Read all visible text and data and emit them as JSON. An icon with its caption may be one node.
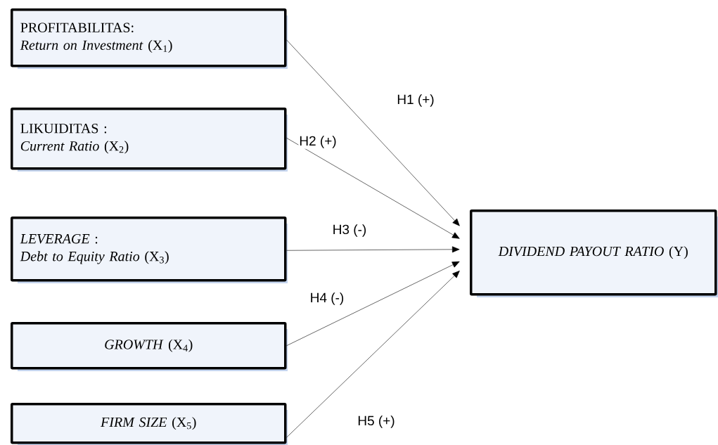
{
  "diagram": {
    "nodes": [
      {
        "text": [
          "PROFITABILITAS:",
          "*Return on Investment* (X$_{1}$)"
        ]
      },
      {
        "text": [
          "LIKUIDITAS :",
          "*Current Ratio* (X$_{2}$)"
        ]
      },
      {
        "text": [
          "*LEVERAGE* :",
          "*Debt to Equity Ratio* (X$_{3}$)"
        ]
      },
      {
        "text": [
          "*GROWTH* (X$_{4}$)"
        ]
      },
      {
        "text": [
          "*FIRM SIZE* (X$_{5}$)"
        ]
      },
      {
        "text": [
          "*DIVIDEND PAYOUT RATIO* (Y)"
        ]
      }
    ],
    "edges": [
      {
        "from": 0,
        "to": 5,
        "arrow": "to",
        "label": "H1 (+)"
      },
      {
        "from": 1,
        "to": 5,
        "arrow": "to",
        "label": "H2 (+)"
      },
      {
        "from": 2,
        "to": 5,
        "arrow": "to",
        "label": "H3 (-)"
      },
      {
        "from": 3,
        "to": 5,
        "arrow": "to",
        "label": "H4 (-)"
      },
      {
        "from": 4,
        "to": 5,
        "arrow": "to",
        "label": "H5 (+)"
      }
    ]
  }
}
